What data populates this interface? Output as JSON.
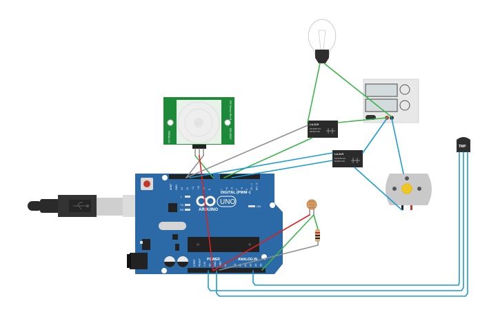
{
  "diagram": {
    "title": "Arduino smart home circuit",
    "colors": {
      "board": "#2b6aa6",
      "board_dark": "#1f5486",
      "pir_board": "#1d8a3a",
      "relay": "#2b2b2b",
      "wire_red": "#e0201f",
      "wire_green": "#3ab54a",
      "wire_blue": "#1a9ad6",
      "wire_gray": "#8f8f8f",
      "motor": "#c9c9c9",
      "gear": "#f2c919",
      "supply": "#e8e8e8",
      "background": "#ffffff"
    },
    "arduino": {
      "brand": "ARDUINO",
      "model": "UNO",
      "digital_label": "DIGITAL (PWM~)",
      "power_label": "POWER",
      "analog_label": "ANALOG IN",
      "on_label": "ON",
      "l_label": "L",
      "tx_label": "TX",
      "rx_label": "RX",
      "top_pins": [
        "AREF",
        "GND",
        "13",
        "12",
        "~11",
        "~10",
        "~9",
        "8",
        "7",
        "~6",
        "~5",
        "4",
        "~3",
        "2",
        "TX→1",
        "RX←0"
      ],
      "power_pins": [
        "IOREF",
        "RESET",
        "3.3V",
        "5V",
        "GND",
        "GND",
        "Vin"
      ],
      "analog_pins": [
        "A0",
        "A1",
        "A2",
        "A3",
        "A4",
        "A5"
      ]
    },
    "pir": {
      "left_label": "PARALLAX",
      "right_label_top": "PIR Sensor Rev B",
      "right_label_bottom": "555-28027"
    },
    "relay1": {
      "model": "LU-5-R",
      "line1": "5A/125V AC",
      "line2": "5A/30V DC"
    },
    "relay2": {
      "model": "LU-5-R",
      "line1": "5A/125V AC",
      "line2": "5A/30V DC"
    },
    "temp_sensor": {
      "label": "TMP"
    },
    "usb_cable": {
      "type": "USB-B"
    },
    "components": [
      "Arduino Uno",
      "PIR sensor",
      "Light bulb",
      "Power supply",
      "Relay 1",
      "Relay 2",
      "DC motor",
      "TMP temperature sensor",
      "Photoresistor",
      "Resistor",
      "USB cable"
    ]
  }
}
